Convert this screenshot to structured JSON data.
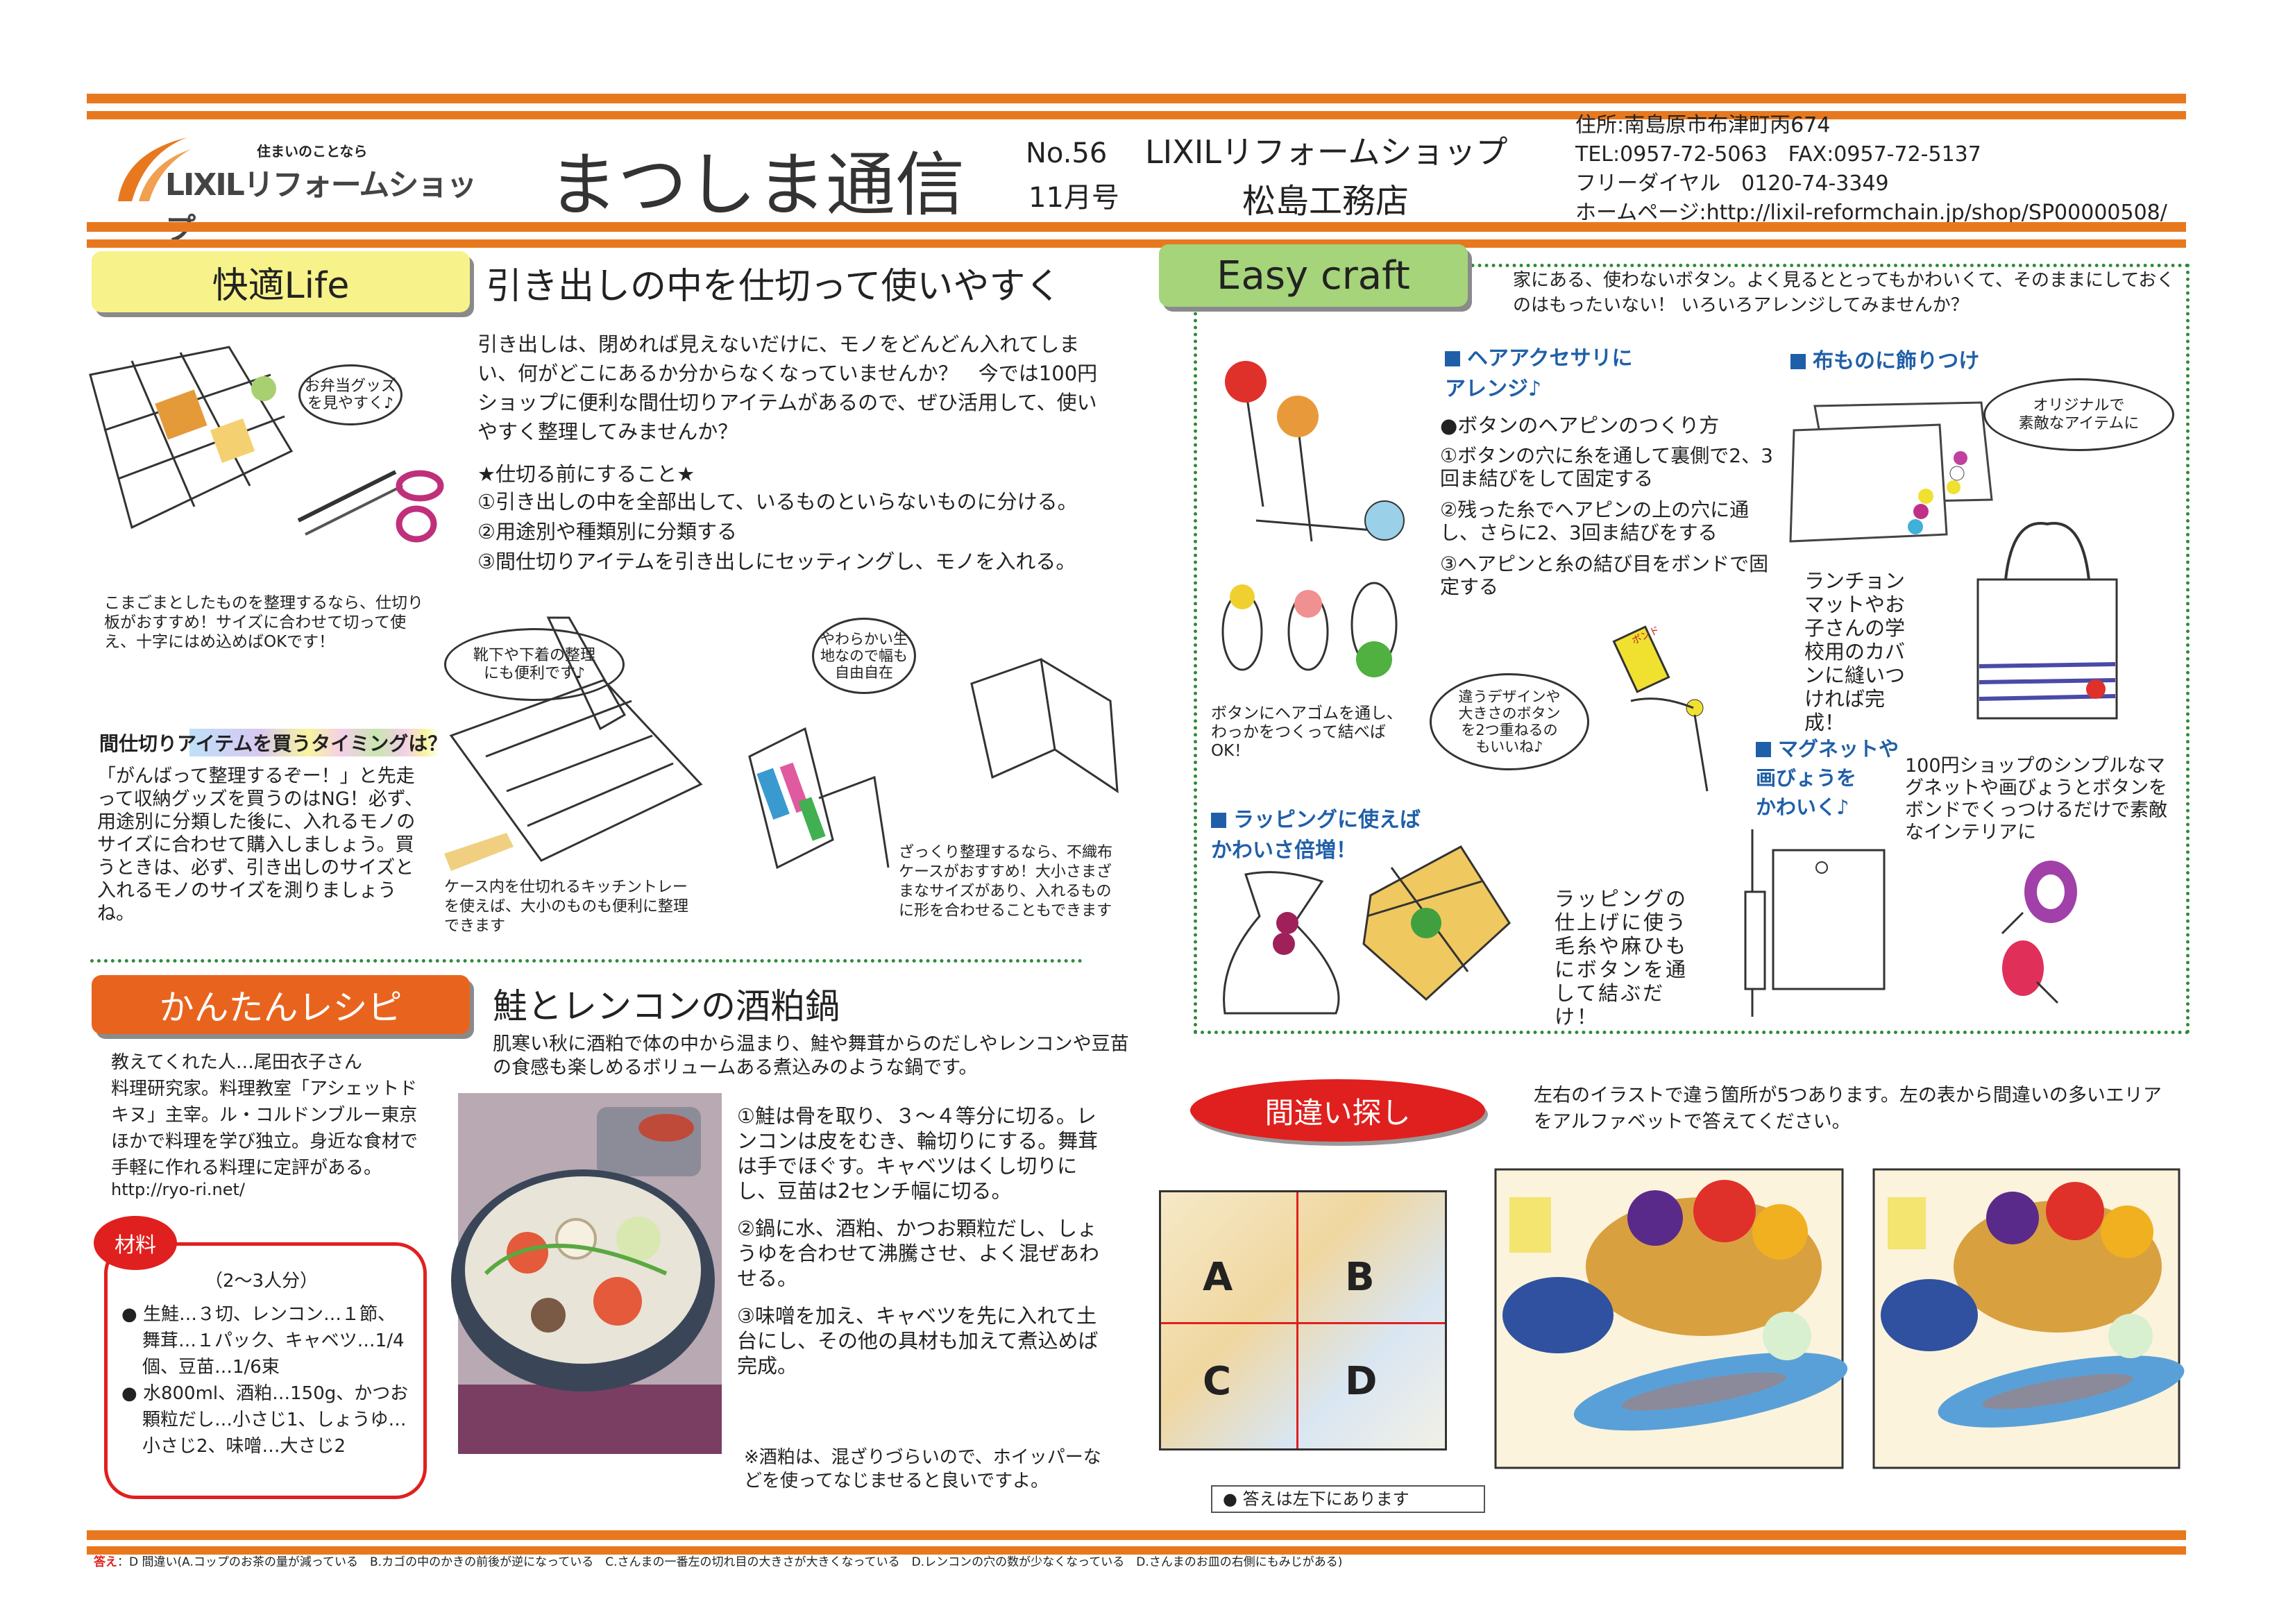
{
  "header": {
    "logo_tagline": "住まいのことなら",
    "logo_name": "LIXILリフォームショップ",
    "title": "まつしま通信",
    "issue_no": "No.56",
    "issue_month": "11月号",
    "shop_brand": "LIXILリフォームショップ",
    "shop_name": "松島工務店",
    "address": "住所:南島原市布津町丙674",
    "tel_fax": "TEL:0957-72-5063　FAX:0957-72-5137",
    "free_dial": "フリーダイヤル　0120-74-3349",
    "homepage": "ホームページ:http://lixil-reformchain.jp/shop/SP00000508/"
  },
  "kaiteki": {
    "tab": "快適Life",
    "title": "引き出しの中を仕切って使いやすく",
    "intro": "引き出しは、閉めれば見えないだけに、モノをどんどん入れてしまい、何がどこにあるか分からなくなっていませんか？　今では100円ショップに便利な間仕切りアイテムがあるので、ぜひ活用して、使いやすく整理してみませんか？",
    "before_heading": "★仕切る前にすること★",
    "steps": [
      "①引き出しの中を全部出して、いるものといらないものに分ける。",
      "②用途別や種類別に分類する",
      "③間仕切りアイテムを引き出しにセッティングし、モノを入れる。"
    ],
    "bubble_bento": "お弁当グッズ\nを見やすく♪",
    "caption_divider": "こまごまとしたものを整理するなら、仕切り板がおすすめ！サイズに合わせて切って使え、十字にはめ込めばOKです！",
    "bubble_socks": "靴下や下着の整理\nにも便利です♪",
    "bubble_soft": "やわらかい生\n地なので幅も\n自由自在",
    "caption_tray": "ケース内を仕切れるキッチントレーを使えば、大小のものも便利に整理できます",
    "caption_fabric": "ざっくり整理するなら、不織布ケースがおすすめ！大小さまざまなサイズがあり、入れるものに形を合わせることもできます",
    "timing_heading": "間仕切りアイテムを買うタイミングは？",
    "timing_text": "「がんばって整理するぞー！」と先走って収納グッズを買うのはNG！必ず、用途別に分類した後に、入れるモノのサイズに合わせて購入しましょう。買うときは、必ず、引き出しのサイズと入れるモノのサイズを測りましょうね。"
  },
  "recipe": {
    "tab": "かんたんレシピ",
    "title": "鮭とレンコンの酒粕鍋",
    "intro": "肌寒い秋に酒粕で体の中から温まり、鮭や舞茸からのだしやレンコンや豆苗の食感も楽しめるボリュームある煮込みのような鍋です。",
    "chef": "教えてくれた人…尾田衣子さん\n料理研究家。料理教室「アシェットドキヌ」主宰。ル・コルドンブルー東京ほかで料理を学び独立。身近な食材で手軽に作れる料理に定評がある。",
    "chef_url": "http://ryo-ri.net/",
    "ingredients_label": "材料",
    "servings": "（2～3人分）",
    "ingredients": [
      "生鮭…３切、レンコン…１節、舞茸…１パック、キャベツ…1/4個、豆苗…1/6束",
      "水800ml、酒粕…150g、かつお顆粒だし…小さじ1、しょうゆ…小さじ2、味噌…大さじ2"
    ],
    "steps": [
      "①鮭は骨を取り、３～４等分に切る。レンコンは皮をむき、輪切りにする。舞茸は手でほぐす。キャベツはくし切りにし、豆苗は2センチ幅に切る。",
      "②鍋に水、酒粕、かつお顆粒だし、しょうゆを合わせて沸騰させ、よく混ぜあわせる。",
      "③味噌を加え、キャベツを先に入れて土台にし、その他の具材も加えて煮込めば完成。"
    ],
    "note": "※酒粕は、混ざりづらいので、ホイッパーなどを使ってなじませると良いですよ。"
  },
  "craft": {
    "tab": "Easy craft",
    "intro": "家にある、使わないボタン。よく見るととってもかわいくて、そのままにしておくのはもったいない！ いろいろアレンジしてみませんか？",
    "hair_heading": "ヘアアクセサリに\nアレンジ♪",
    "hair_howto": "●ボタンのヘアピンのつくり方",
    "hair_steps": [
      "①ボタンの穴に糸を通して裏側で2、3回ま結びをして固定する",
      "②残った糸でヘアピンの上の穴に通し、さらに2、3回ま結びをする",
      "③ヘアピンと糸の結び目をボンドで固定する"
    ],
    "hair_rubber": "ボタンにヘアゴムを通し、わっかをつくって結べばOK！",
    "bubble_design": "違うデザインや\n大きさのボタン\nを2つ重ねるの\nもいいね♪",
    "cloth_heading": "布ものに飾りつけ",
    "bubble_original": "オリジナルで\n素敵なアイテムに",
    "cloth_text": "ランチョンマットやお子さんの学校用のカバンに縫いつければ完成！",
    "wrap_heading": "ラッピングに使えば\nかわいさ倍増！",
    "wrap_text": "ラッピングの仕上げに使う毛糸や麻ひもにボタンを通して結ぶだけ！",
    "magnet_heading": "マグネットや\n画びょうを\nかわいく♪",
    "magnet_text": "100円ショップのシンプルなマグネットや画びょうとボタンをボンドでくっつけるだけで素敵なインテリアに",
    "glue_label": "ボンド"
  },
  "puzzle": {
    "badge": "間違い探し",
    "instructions": "左右のイラストで違う箇所が5つあります。左の表から間違いの多いエリアをアルファベットで答えてください。",
    "areas": [
      "A",
      "B",
      "C",
      "D"
    ],
    "hint": "答えは左下にあります"
  },
  "footer": {
    "answer_label": "答え",
    "answer_text": "：D 間違い(A.コップのお茶の量が減っている　B.カゴの中のかきの前後が逆になっている　C.さんまの一番左の切れ目の大きさが大きくなっている　D.レンコンの穴の数が少なくなっている　D.さんまのお皿の右側にもみじがある)"
  },
  "colors": {
    "orange": "#e8781e",
    "yellow_tab": "#f7f38a",
    "green_tab": "#a5d47a",
    "recipe_tab": "#e8641e",
    "red": "#e0201e",
    "blue": "#1f5fa8",
    "dotted_green": "#2e8b3a"
  }
}
